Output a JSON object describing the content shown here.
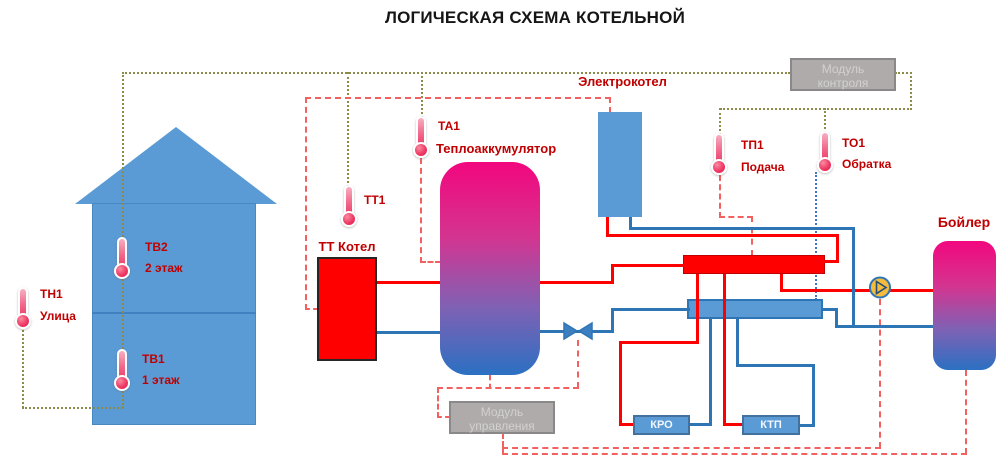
{
  "title": "ЛОГИЧЕСКАЯ СХЕМА КОТЕЛЬНОЙ",
  "sensors": {
    "tn1": {
      "id": "ТН1",
      "label": "Улица"
    },
    "tb2": {
      "id": "ТВ2",
      "label": "2 этаж"
    },
    "tb1": {
      "id": "ТВ1",
      "label": "1 этаж"
    },
    "tt1": {
      "id": "ТТ1"
    },
    "ta1": {
      "id": "ТА1",
      "label": "Теплоаккумулятор"
    },
    "tp1": {
      "id": "ТП1",
      "label": "Подача"
    },
    "to1": {
      "id": "ТО1",
      "label": "Обратка"
    }
  },
  "equipment": {
    "tt_boiler": "ТТ Котел",
    "electric_boiler": "Электрокотел",
    "boiler": "Бойлер",
    "kro": "КРО",
    "ktp": "КТП"
  },
  "modules": {
    "control": {
      "line1": "Модуль",
      "line2": "контроля"
    },
    "management": {
      "line1": "Модуль",
      "line2": "управления"
    }
  },
  "icons": {
    "thermometer": "thermometer-icon",
    "pump": "pump-icon",
    "valve": "valve-icon"
  },
  "colors": {
    "hot_pipe": "#FE0000",
    "cold_pipe": "#2E75B6",
    "equipment_blue": "#5B9BD5",
    "label_red": "#C00000",
    "module_gray": "#AFABAB",
    "sensor_wire_olive": "#8B8B4A",
    "control_wire_red": "#F26060",
    "signal_wire_blue": "#4472C4",
    "pump_yellow": "#F6BB3C",
    "tank_gradient_top": "#F2077E",
    "tank_gradient_bottom": "#2B70C2"
  }
}
